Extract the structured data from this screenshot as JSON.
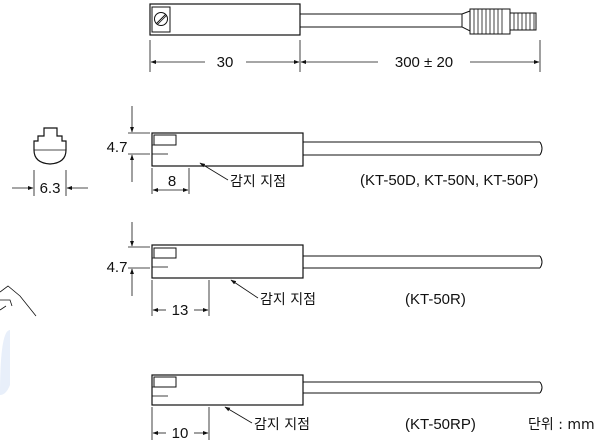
{
  "top_view": {
    "dim_body": "30",
    "dim_cable": "300 ± 20"
  },
  "end_view": {
    "dim_width": "6.3"
  },
  "variant_d": {
    "dim_height": "4.7",
    "dim_sense": "8",
    "sense_label": "감지 지점",
    "models": "(KT-50D, KT-50N, KT-50P)"
  },
  "variant_r": {
    "dim_height": "4.7",
    "dim_sense": "13",
    "sense_label": "감지 지점",
    "models": "(KT-50R)"
  },
  "variant_rp": {
    "dim_sense": "10",
    "sense_label": "감지 지점",
    "models": "(KT-50RP)"
  },
  "unit_note": "단위 : mm",
  "icons": [
    "screw-head-icon",
    "connector-icon",
    "arrow-icon"
  ]
}
